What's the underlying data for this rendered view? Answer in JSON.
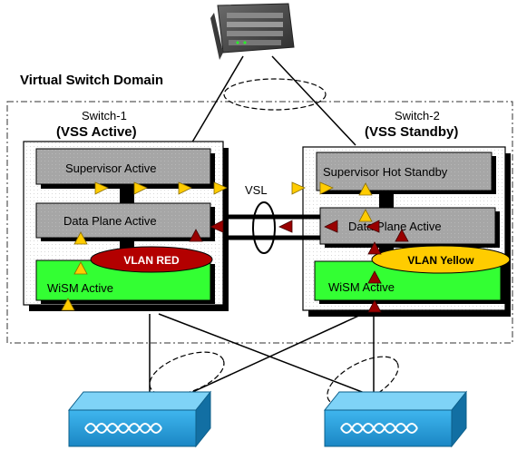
{
  "domain_label": "Virtual Switch Domain",
  "switch1": {
    "name": "Switch-1",
    "role": "(VSS Active)",
    "supervisor": "Supervisor Active",
    "data_plane": "Data Plane Active",
    "vlan": "VLAN  RED",
    "wism": "WiSM Active"
  },
  "switch2": {
    "name": "Switch-2",
    "role": "(VSS Standby)",
    "supervisor": "Supervisor Hot Standby",
    "data_plane": "Data Plane Active",
    "vlan": "VLAN  Yellow",
    "wism": "WiSM Active"
  },
  "link_label": "VSL",
  "colors": {
    "panel_gray": "#a6a6a6",
    "wism_green": "#33ff33",
    "vlan_red": "#b30000",
    "vlan_yellow": "#ffcc00",
    "arrow_yellow": "#ffcc00",
    "arrow_red": "#990000",
    "access_switch_blue": "#2aa6e0"
  },
  "icons": [
    "core-switch-icon",
    "access-switch-icon",
    "access-switch-icon"
  ]
}
